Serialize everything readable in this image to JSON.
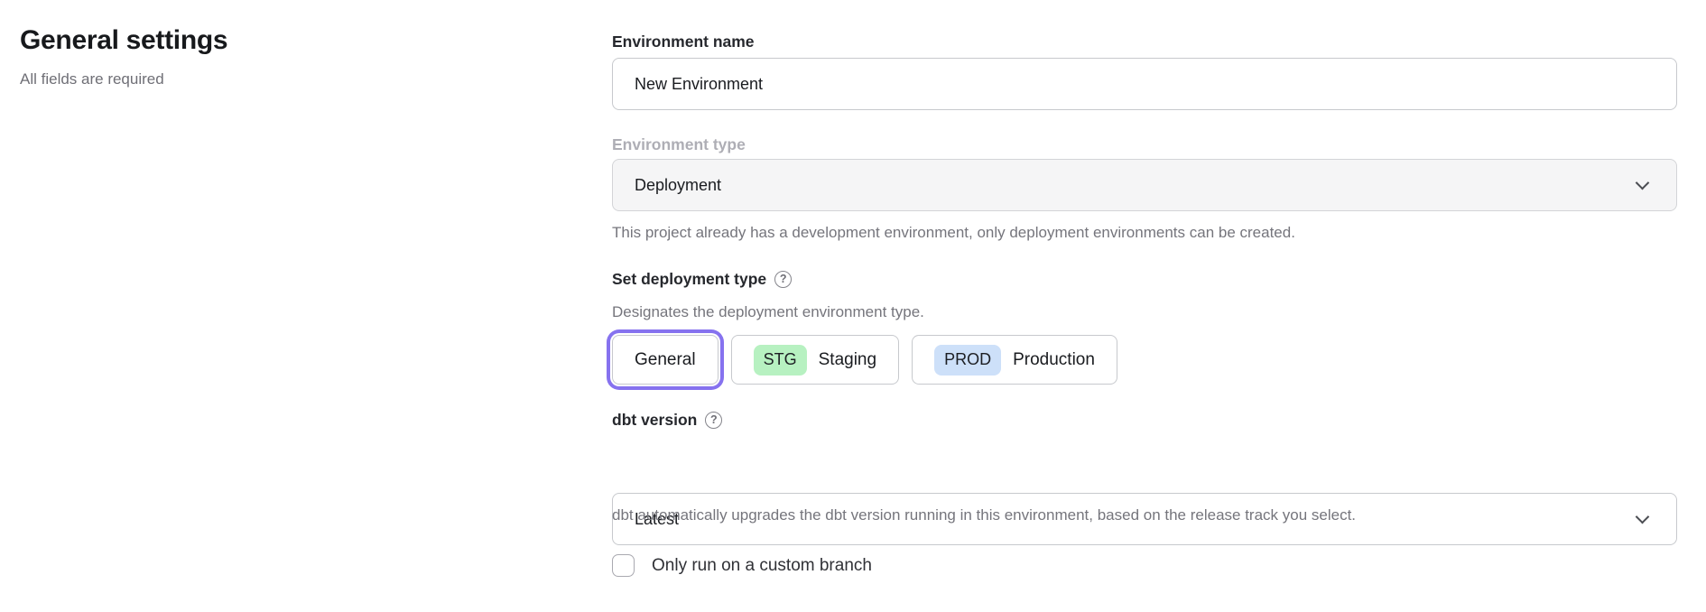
{
  "colors": {
    "selected_outline": "#8672ef",
    "staging_badge_bg": "#b7f1c1",
    "production_badge_bg": "#cde0f9",
    "disabled_field_bg": "#f5f5f6"
  },
  "icons": {
    "help": "?"
  },
  "header": {
    "title": "General settings",
    "subtitle": "All fields are required"
  },
  "form": {
    "environment_name": {
      "label": "Environment name",
      "value": "New Environment"
    },
    "environment_type": {
      "label": "Environment type",
      "value": "Deployment",
      "helper": "This project already has a development environment, only deployment environments can be created."
    },
    "deployment_type": {
      "label": "Set deployment type",
      "helper": "Designates the deployment environment type.",
      "options": [
        {
          "label": "General",
          "selected": true
        },
        {
          "badge": "STG",
          "label": "Staging",
          "selected": false
        },
        {
          "badge": "PROD",
          "label": "Production",
          "selected": false
        }
      ]
    },
    "dbt_version": {
      "label": "dbt version",
      "value": "Latest",
      "helper": "dbt automatically upgrades the dbt version running in this environment, based on the release track you select."
    },
    "custom_branch": {
      "label": "Only run on a custom branch",
      "checked": false
    }
  }
}
